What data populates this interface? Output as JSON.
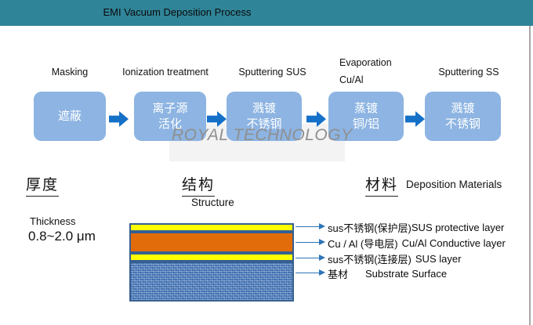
{
  "header": {
    "title": "EMI Vacuum Deposition Process",
    "bg_color": "#2F8498"
  },
  "process": {
    "box_color": "#8DB4E2",
    "arrow_color": "#1570C8",
    "steps": [
      {
        "label": "Masking",
        "box": "遮蔽"
      },
      {
        "label": "Ionization treatment",
        "box": "离子源\n活化"
      },
      {
        "label": "Sputtering SUS",
        "box": "溅镀\n不锈钢"
      },
      {
        "label": "Evaporation\nCu/Al",
        "box": "蒸镀\n铜/铝"
      },
      {
        "label": "Sputtering SS",
        "box": "溅镀\n不锈钢"
      }
    ]
  },
  "watermark": {
    "text": "ROYAL TECHNOLOGY",
    "color": "#8f8f8f"
  },
  "sections": {
    "thickness": {
      "heading_cn": "厚度",
      "label": "Thickness",
      "value": "0.8~2.0 μm"
    },
    "structure": {
      "heading_cn": "结构",
      "label": "Structure"
    },
    "materials": {
      "heading_cn": "材料",
      "label": "Deposition Materials"
    }
  },
  "layer_stack": {
    "border_color": "#365F91",
    "arrow_color": "#2E75B6",
    "layers": [
      {
        "name": "SUS protective layer",
        "color": "#FFFF00"
      },
      {
        "name": "Cu/Al conductive layer",
        "color": "#E36C0A"
      },
      {
        "name": "SUS adhesion layer",
        "color": "#FFFF00"
      },
      {
        "name": "Substrate",
        "color": "#4B7CBD"
      }
    ],
    "callouts": [
      {
        "cn": "sus不锈钢(保护层)",
        "en": "SUS protective layer"
      },
      {
        "cn": "Cu / Al (导电层)",
        "en": "Cu/Al Conductive layer"
      },
      {
        "cn": "sus不锈钢(连接层)",
        "en": "SUS layer"
      },
      {
        "cn": "基材",
        "en": "Substrate Surface"
      }
    ]
  }
}
